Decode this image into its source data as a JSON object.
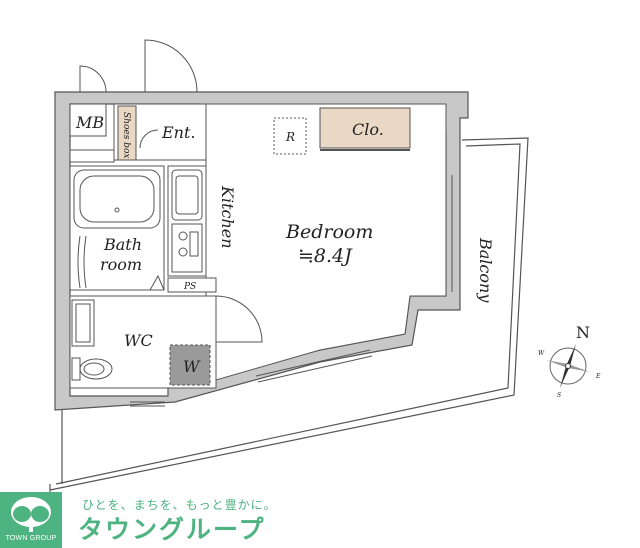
{
  "rooms": {
    "mb": "MB",
    "shoes_box": "Shoes box",
    "entrance": "Ent.",
    "kitchen": "Kitchen",
    "bedroom": "Bedroom",
    "bedroom_size": "≒8.4J",
    "closet": "Clo.",
    "refrigerator": "R",
    "bath": "Bath",
    "bath_room": "room",
    "pipe_space": "PS",
    "wc": "WC",
    "washer": "W",
    "balcony": "Balcony"
  },
  "compass": {
    "north": "N",
    "east": "E",
    "south": "S",
    "west": "W"
  },
  "brand": {
    "tagline": "ひとを、まちを、もっと豊かに。",
    "name": "タウングループ",
    "logo_text": "TOWN GROUP",
    "color": "#4db380"
  },
  "colors": {
    "wall": "#555555",
    "wall_fill": "#c8c8c8",
    "closet_fill": "#e8d8c4",
    "washer_fill": "#9a9a9a"
  }
}
